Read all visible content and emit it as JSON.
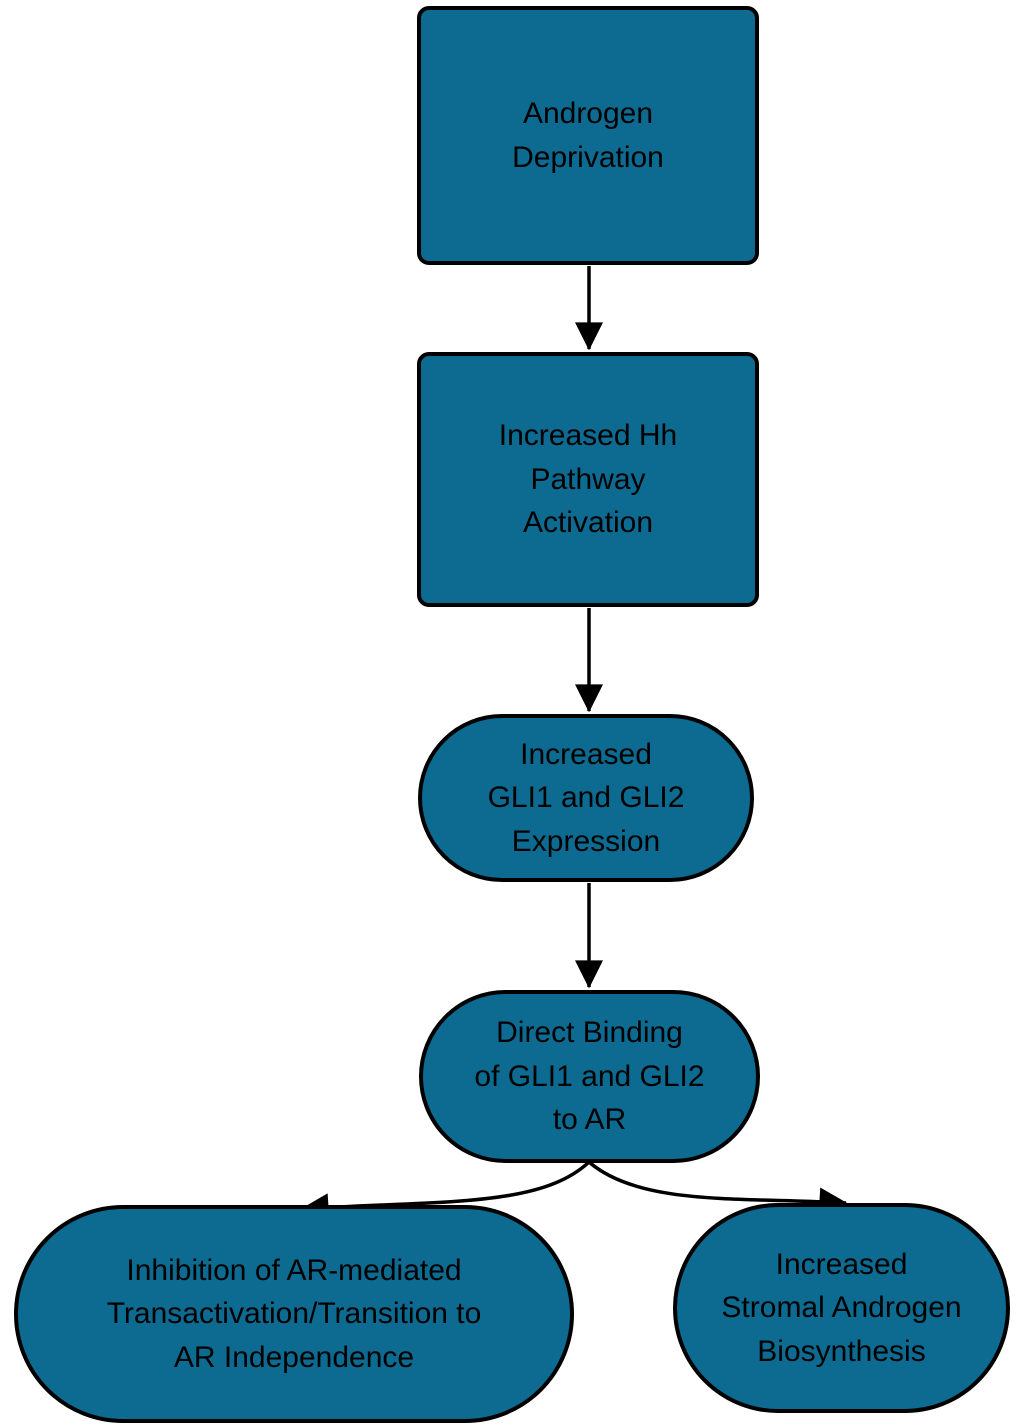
{
  "diagram": {
    "type": "flowchart",
    "background_color": "#ffffff",
    "node_fill_color": "#0d6a91",
    "node_border_color": "#000000",
    "text_color": "#000000",
    "edge_color": "#000000",
    "nodes": [
      {
        "id": "androgen-deprivation",
        "shape": "rectangle",
        "label": "Androgen\nDeprivation"
      },
      {
        "id": "hh-pathway-activation",
        "shape": "rectangle",
        "label": "Increased Hh\nPathway\nActivation"
      },
      {
        "id": "gli-expression",
        "shape": "stadium",
        "label": "Increased\nGLI1 and GLI2\nExpression"
      },
      {
        "id": "direct-binding",
        "shape": "stadium",
        "label": "Direct Binding\nof GLI1 and GLI2\nto AR"
      },
      {
        "id": "inhibition-transactivation",
        "shape": "stadium",
        "label": "Inhibition of AR-mediated\nTransactivation/Transition to\nAR Independence"
      },
      {
        "id": "stromal-biosynthesis",
        "shape": "stadium",
        "label": "Increased\nStromal Androgen\nBiosynthesis"
      }
    ],
    "edges": [
      {
        "from": "androgen-deprivation",
        "to": "hh-pathway-activation"
      },
      {
        "from": "hh-pathway-activation",
        "to": "gli-expression"
      },
      {
        "from": "gli-expression",
        "to": "direct-binding"
      },
      {
        "from": "direct-binding",
        "to": "inhibition-transactivation"
      },
      {
        "from": "direct-binding",
        "to": "stromal-biosynthesis"
      }
    ]
  }
}
